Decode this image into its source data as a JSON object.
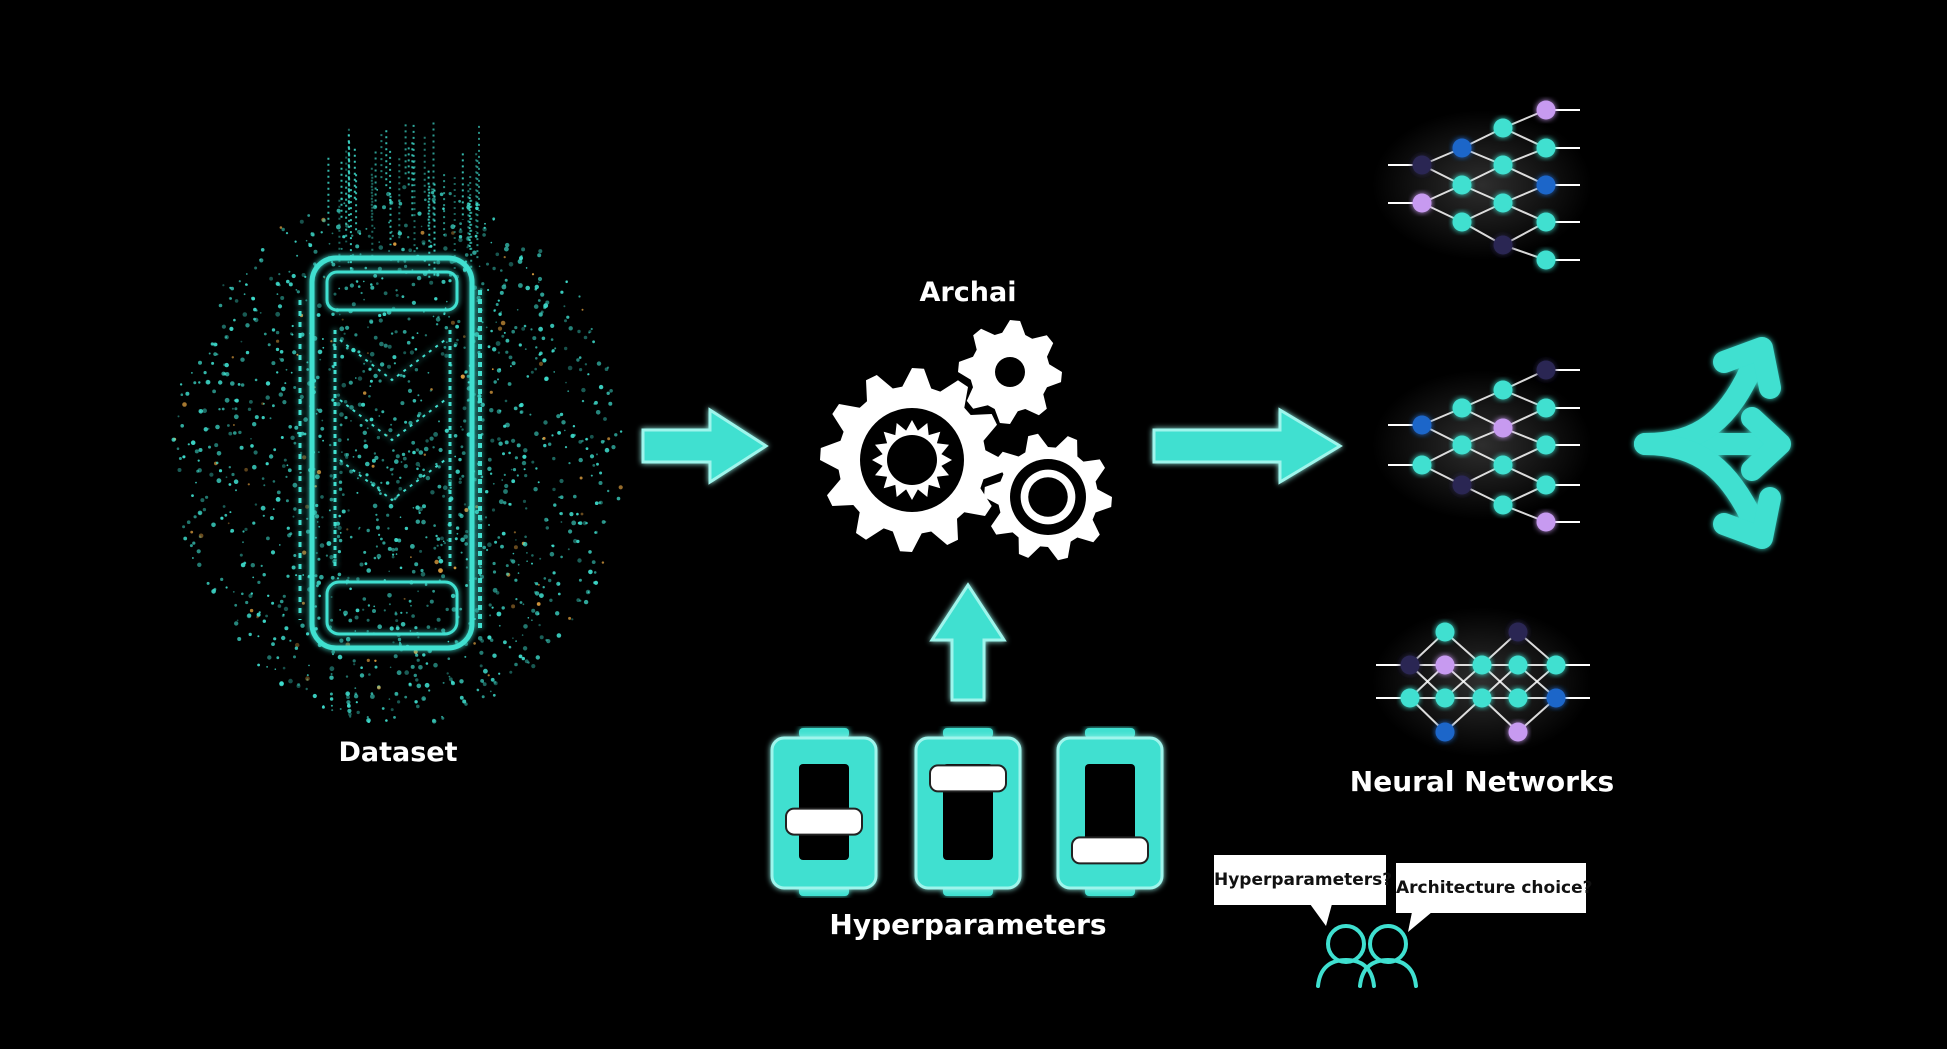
{
  "labels": {
    "dataset": "Dataset",
    "archai": "Archai",
    "hyperparameters": "Hyperparameters",
    "neural_networks": "Neural Networks"
  },
  "bubbles": {
    "hyperparameters": "Hyperparameters?",
    "architecture": "Architecture choice?"
  },
  "sliders": [
    {
      "level": 0.4
    },
    {
      "level": 0.85
    },
    {
      "level": 0.1
    }
  ],
  "colors": {
    "accent": "#3fe0d0",
    "teal_dark": "#15b6ab",
    "violet": "#c79af0",
    "blue": "#1f66c9",
    "navy": "#2a2752",
    "background": "#000000",
    "text": "#ffffff"
  },
  "icons": [
    "dataset-cylinder-icon",
    "gears-icon",
    "arrow-right-icon",
    "arrow-up-icon",
    "slider-icon",
    "neural-network-icon",
    "branching-arrows-icon",
    "people-icon"
  ]
}
